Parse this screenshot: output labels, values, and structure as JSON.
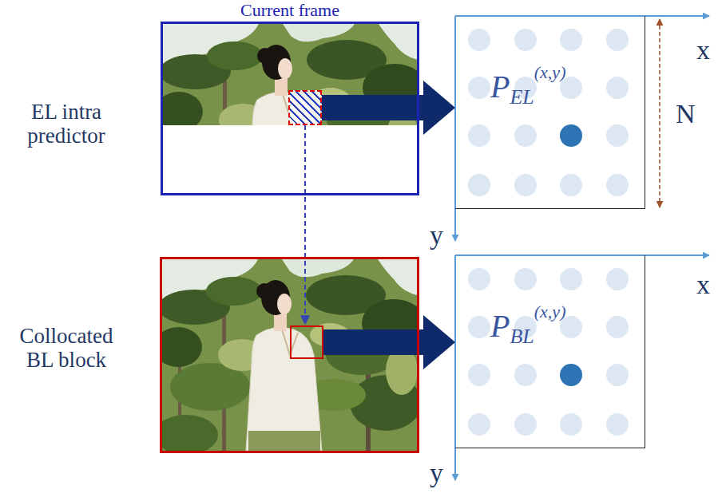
{
  "diagram": {
    "nodes": [
      {
        "text": [
          "Current frame",
          "EL intra predictor"
        ]
      },
      {
        "text": [
          "P",
          "EL",
          "(x,y)"
        ]
      },
      {
        "text": [
          "Collocated BL block"
        ]
      },
      {
        "text": [
          "P",
          "BL",
          "(x,y)"
        ]
      }
    ],
    "edges": [
      {
        "from": 0,
        "to": 1,
        "arrow": "to"
      },
      {
        "from": 0,
        "to": 2,
        "arrow": "to"
      },
      {
        "from": 2,
        "to": 3,
        "arrow": "to"
      }
    ],
    "labels": [
      "x",
      "N",
      "y",
      "x",
      "y"
    ]
  }
}
